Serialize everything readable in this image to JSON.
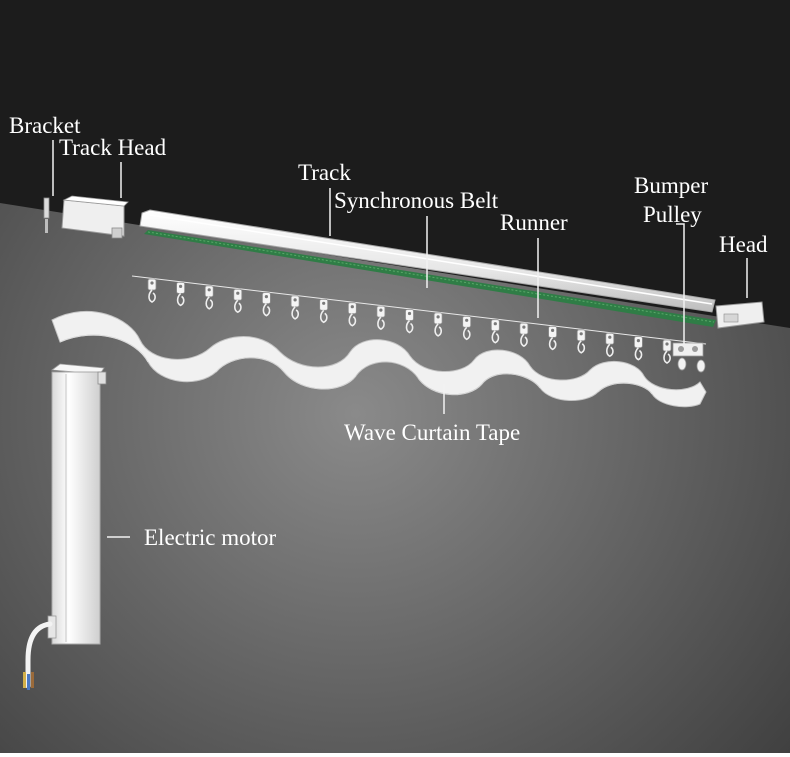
{
  "labels": {
    "bracket": "Bracket",
    "track_head": "Track Head",
    "track": "Track",
    "synchronous_belt": "Synchronous Belt",
    "runner": "Runner",
    "bumper": "Bumper",
    "pulley": "Pulley",
    "head": "Head",
    "wave_curtain_tape": "Wave Curtain Tape",
    "electric_motor": "Electric motor"
  },
  "colors": {
    "ceiling": "#1c1c1c",
    "wall_light": "#8a8a8a",
    "wall_dark": "#3c3c3c",
    "label_text": "#ffffff",
    "belt_green": "#2f7d46",
    "parts_white": "#f2f2f2"
  },
  "runner_count": 19
}
